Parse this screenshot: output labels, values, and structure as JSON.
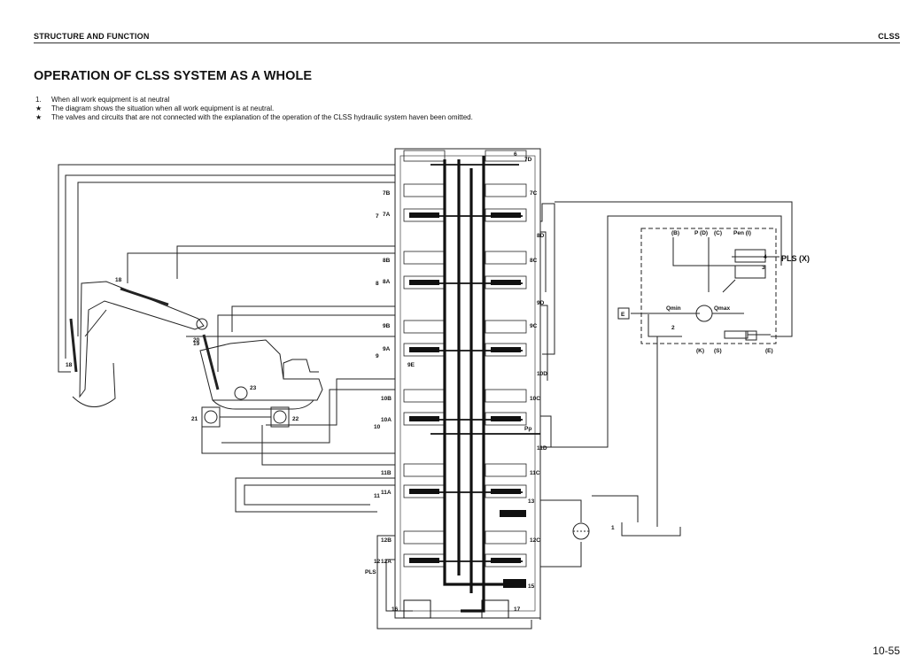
{
  "header": {
    "section": "STRUCTURE AND FUNCTION",
    "chapter": "CLSS"
  },
  "title": "OPERATION OF CLSS SYSTEM AS A WHOLE",
  "notes": [
    {
      "mark": "1.",
      "text": "When all work equipment is at neutral"
    },
    {
      "mark": "★",
      "text": "The diagram shows the situation when all work equipment is at neutral."
    },
    {
      "mark": "★",
      "text": "The valves and circuits that are not connected with the explanation of the operation of the CLSS hydraulic system haven been omitted."
    }
  ],
  "diagram": {
    "valve_labels": {
      "l6": "6",
      "l7d": "7D",
      "l7b": "7B",
      "l7c": "7C",
      "l7a": "7A",
      "l7": "7",
      "l8d": "8D",
      "l8b": "8B",
      "l8c": "8C",
      "l8a": "8A",
      "l8": "8",
      "l9d": "9D",
      "l9b": "9B",
      "l9c": "9C",
      "l9a": "9A",
      "l9": "9",
      "l9e": "9E",
      "l10d": "10D",
      "l10b": "10B",
      "l10c": "10C",
      "l10a": "10A",
      "l10": "10",
      "lpp": "Pp",
      "l11d": "11D",
      "l11b": "11B",
      "l11c": "11C",
      "l11a": "11A",
      "l11": "11",
      "l13": "13",
      "l12b": "12B",
      "l12c": "12C",
      "l12a": "12A",
      "l12": "12",
      "lpls": "PLS",
      "l15": "15",
      "l16": "16",
      "l17": "17"
    },
    "machine_labels": {
      "l18a": "18",
      "l18b": "18",
      "l19": "19",
      "l20": "20",
      "l21": "21",
      "l22": "22",
      "l23": "23"
    },
    "pump_labels": {
      "pls_x": "PLS (X)",
      "n1": "1",
      "n2": "2",
      "n3": "3",
      "n4": "4",
      "pb": "(B)",
      "pd": "P (D)",
      "pc": "(C)",
      "pen": "Pen (I)",
      "qmin": "Qmin",
      "qmax": "Qmax",
      "e": "E",
      "pk": "(K)",
      "ps": "(S)",
      "pe": "(E)"
    }
  },
  "page_number": "10-55"
}
